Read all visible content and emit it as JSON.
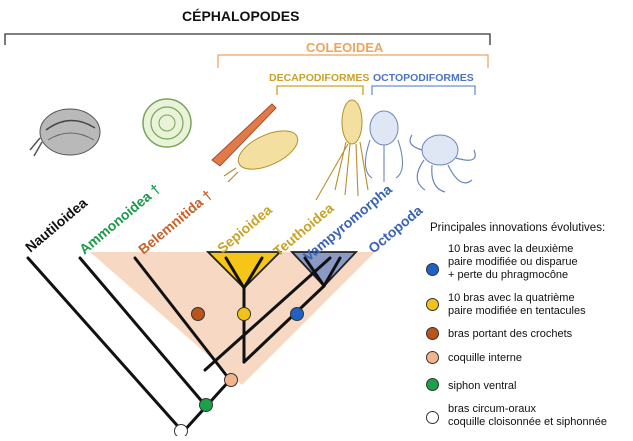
{
  "header": {
    "title": "CÉPHALOPODES",
    "coleoidea": "COLEOIDEA",
    "decapodiformes": "DECAPODIFORMES",
    "octopodiformes": "OCTOPODIFORMES"
  },
  "taxa": [
    {
      "id": "nautiloidea",
      "label": "Nautiloidea",
      "color": "#111111"
    },
    {
      "id": "ammonoidea",
      "label": "Ammonoidea †",
      "color": "#1a9a4a"
    },
    {
      "id": "belemnitida",
      "label": "Belemnitida †",
      "color": "#c8602a"
    },
    {
      "id": "sepioidea",
      "label": "Sepioidea",
      "color": "#c9a227"
    },
    {
      "id": "teuthoidea",
      "label": "Teuthoidea",
      "color": "#c9a227"
    },
    {
      "id": "vampyromorpha",
      "label": "Vampyromorpha",
      "color": "#3a63b5"
    },
    {
      "id": "octopoda",
      "label": "Octopoda",
      "color": "#3a63b5"
    }
  ],
  "legend": {
    "title": "Principales innovations évolutives:",
    "items": [
      {
        "id": "blue",
        "color": "#1f62c4",
        "lines": [
          "10 bras avec la deuxième",
          "paire modifiée ou disparue",
          "+ perte du phragmocône"
        ]
      },
      {
        "id": "yellow",
        "color": "#f2c21a",
        "lines": [
          "10 bras avec la quatrième",
          "paire modifiée en tentacules"
        ]
      },
      {
        "id": "brown",
        "color": "#b8541c",
        "lines": [
          "bras portant des crochets"
        ]
      },
      {
        "id": "peach",
        "color": "#f2b48e",
        "lines": [
          "coquille interne"
        ]
      },
      {
        "id": "green",
        "color": "#1aa24a",
        "lines": [
          "siphon ventral"
        ]
      },
      {
        "id": "white",
        "color": "#ffffff",
        "lines": [
          "bras circum-oraux",
          "coquille cloisonnée et siphonnée"
        ]
      }
    ]
  },
  "colors": {
    "bracket_main": "#333333",
    "coleoidea": "#f0a35c",
    "decapodiformes": "#c9a227",
    "octopodiformes": "#6b8fd0",
    "peach_fill": "#f7d9c3",
    "yellow_fill": "#f5c518",
    "blue_fill": "#8a9ac4"
  }
}
